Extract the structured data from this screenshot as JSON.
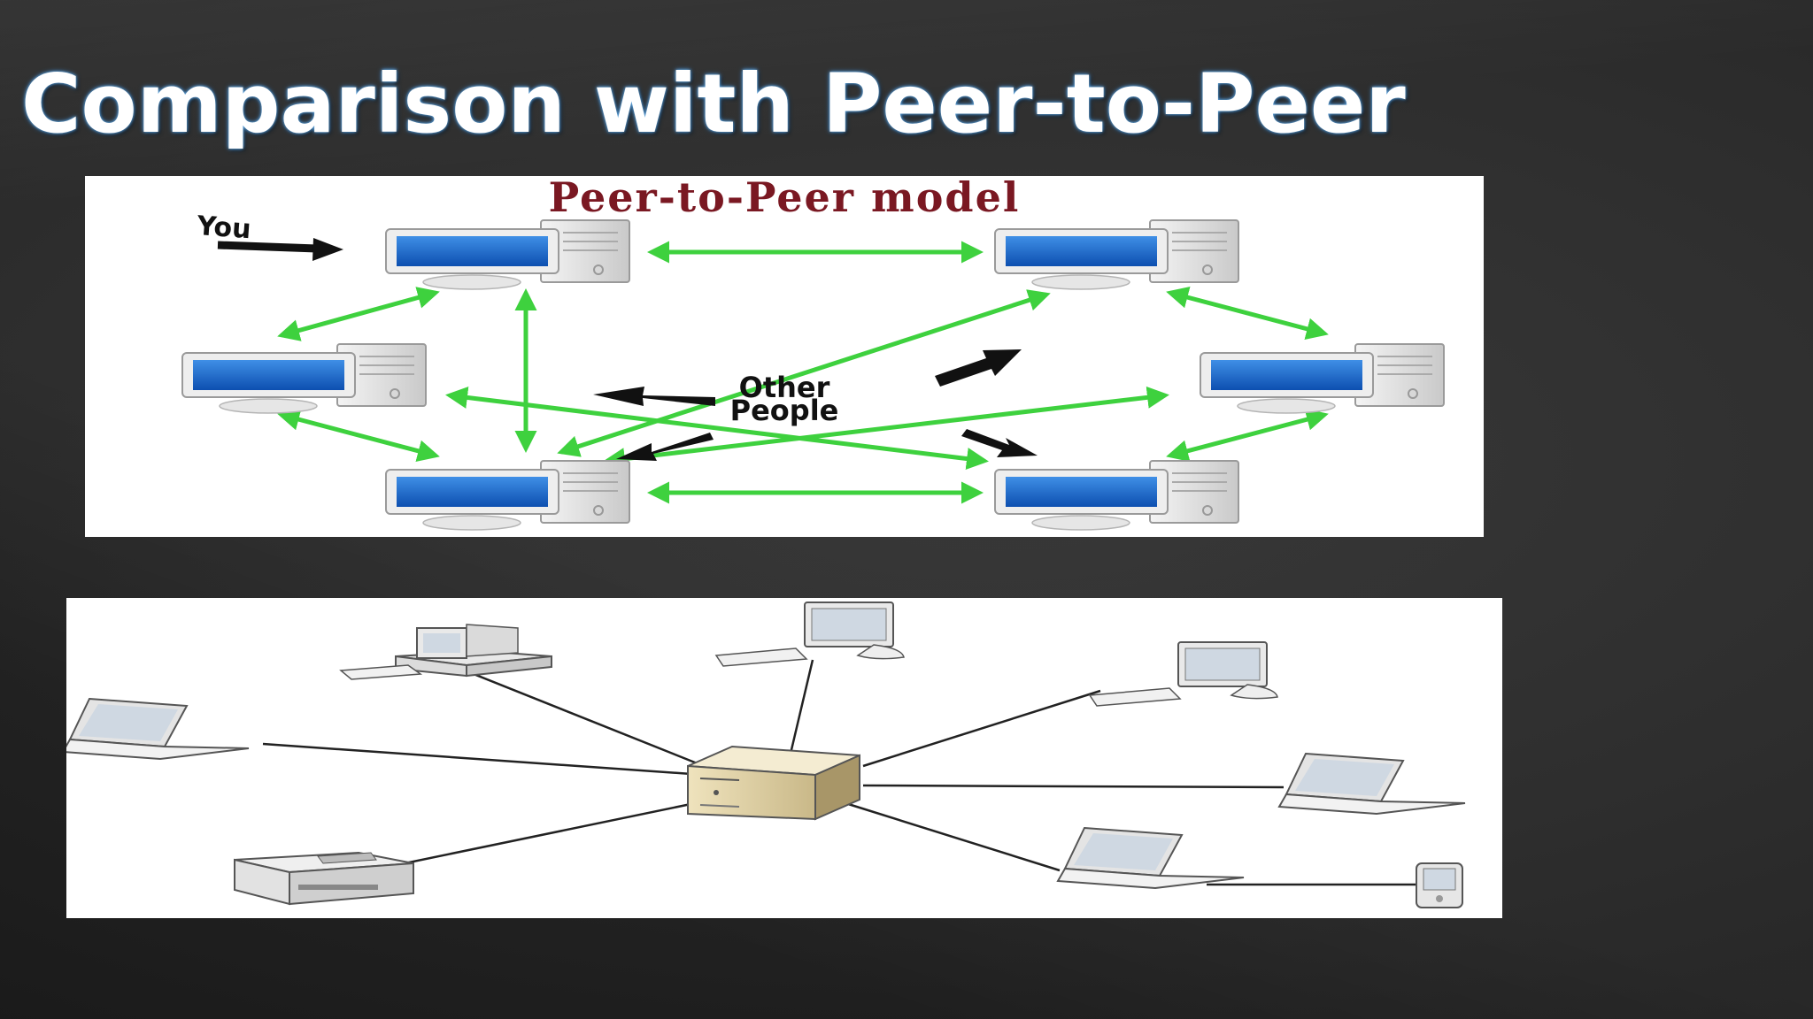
{
  "slide": {
    "title": "Comparison with Peer-to-Peer"
  },
  "p2p_diagram": {
    "heading": "Peer-to-Peer model",
    "you_label": "You",
    "other_label_line1": "Other",
    "other_label_line2": "People",
    "colors": {
      "heading": "#7a1822",
      "link": "#3ed13e",
      "screen": "#1b66c9",
      "arrow": "#111111"
    }
  },
  "client_server_diagram": {
    "colors": {
      "server": "#d9cba0",
      "line": "#222222"
    }
  }
}
